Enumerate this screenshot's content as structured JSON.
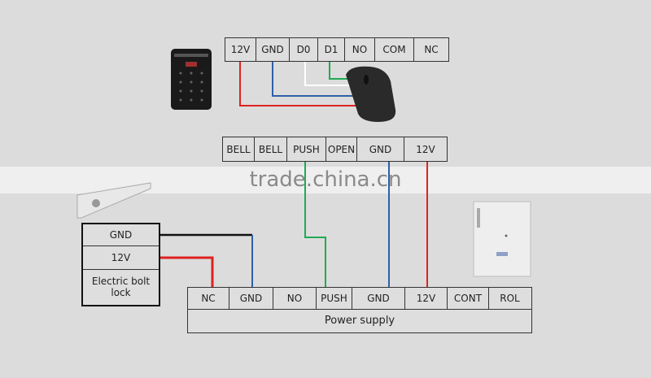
{
  "reader_terminals": [
    "12V",
    "GND",
    "D0",
    "D1",
    "NO",
    "COM",
    "NC"
  ],
  "controller_terminals": [
    "BELL",
    "BELL",
    "PUSH",
    "OPEN",
    "GND",
    "12V"
  ],
  "lock": {
    "rows": [
      "GND",
      "12V"
    ],
    "label": "Electric bolt lock"
  },
  "power_supply": {
    "terminals": [
      "NC",
      "GND",
      "NO",
      "PUSH",
      "GND",
      "12V",
      "CONT",
      "ROL"
    ],
    "label": "Power supply"
  },
  "watermark": "trade.china.cn",
  "colors": {
    "red": "#e02020",
    "blue": "#2f5fa8",
    "green": "#1faa55",
    "white": "#ffffff",
    "black": "#111111"
  }
}
